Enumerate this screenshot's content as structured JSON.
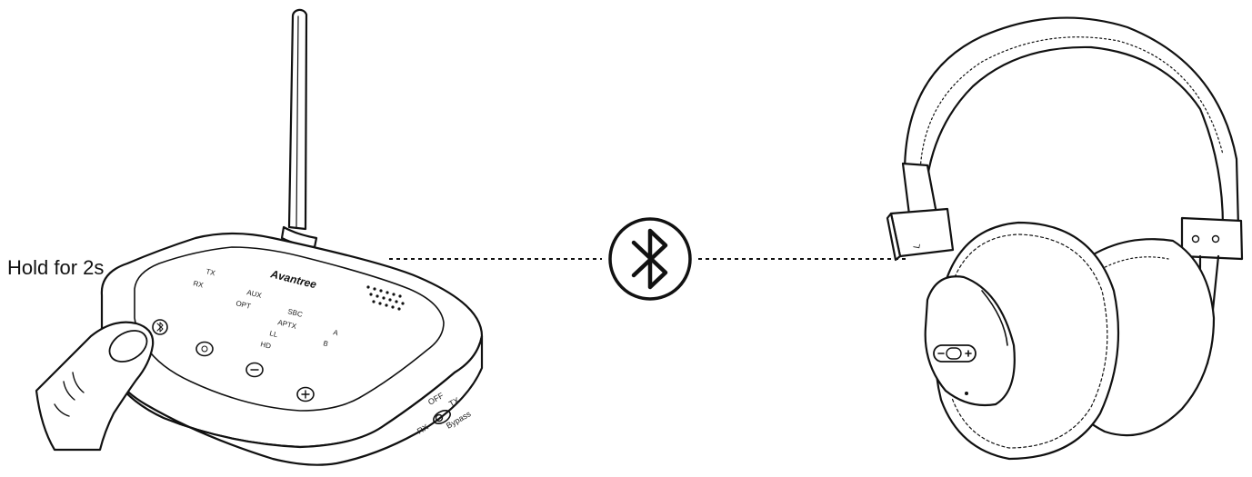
{
  "instruction": "Hold for 2s",
  "transmitter": {
    "brand": "Avantree",
    "mode_labels": [
      "TX",
      "RX"
    ],
    "input_labels": [
      "AUX",
      "OPT"
    ],
    "codec_labels": [
      "SBC",
      "APTX",
      "LL",
      "HD"
    ],
    "pair_labels": [
      "A",
      "B"
    ],
    "switch_labels": {
      "off": "OFF",
      "tx": "TX",
      "rx": "RX",
      "bypass": "Bypass"
    }
  },
  "headphones": {
    "side_label": "L"
  },
  "connection": {
    "icon": "bluetooth-icon",
    "style": "dotted"
  },
  "colors": {
    "ink": "#111111",
    "background": "#ffffff"
  }
}
